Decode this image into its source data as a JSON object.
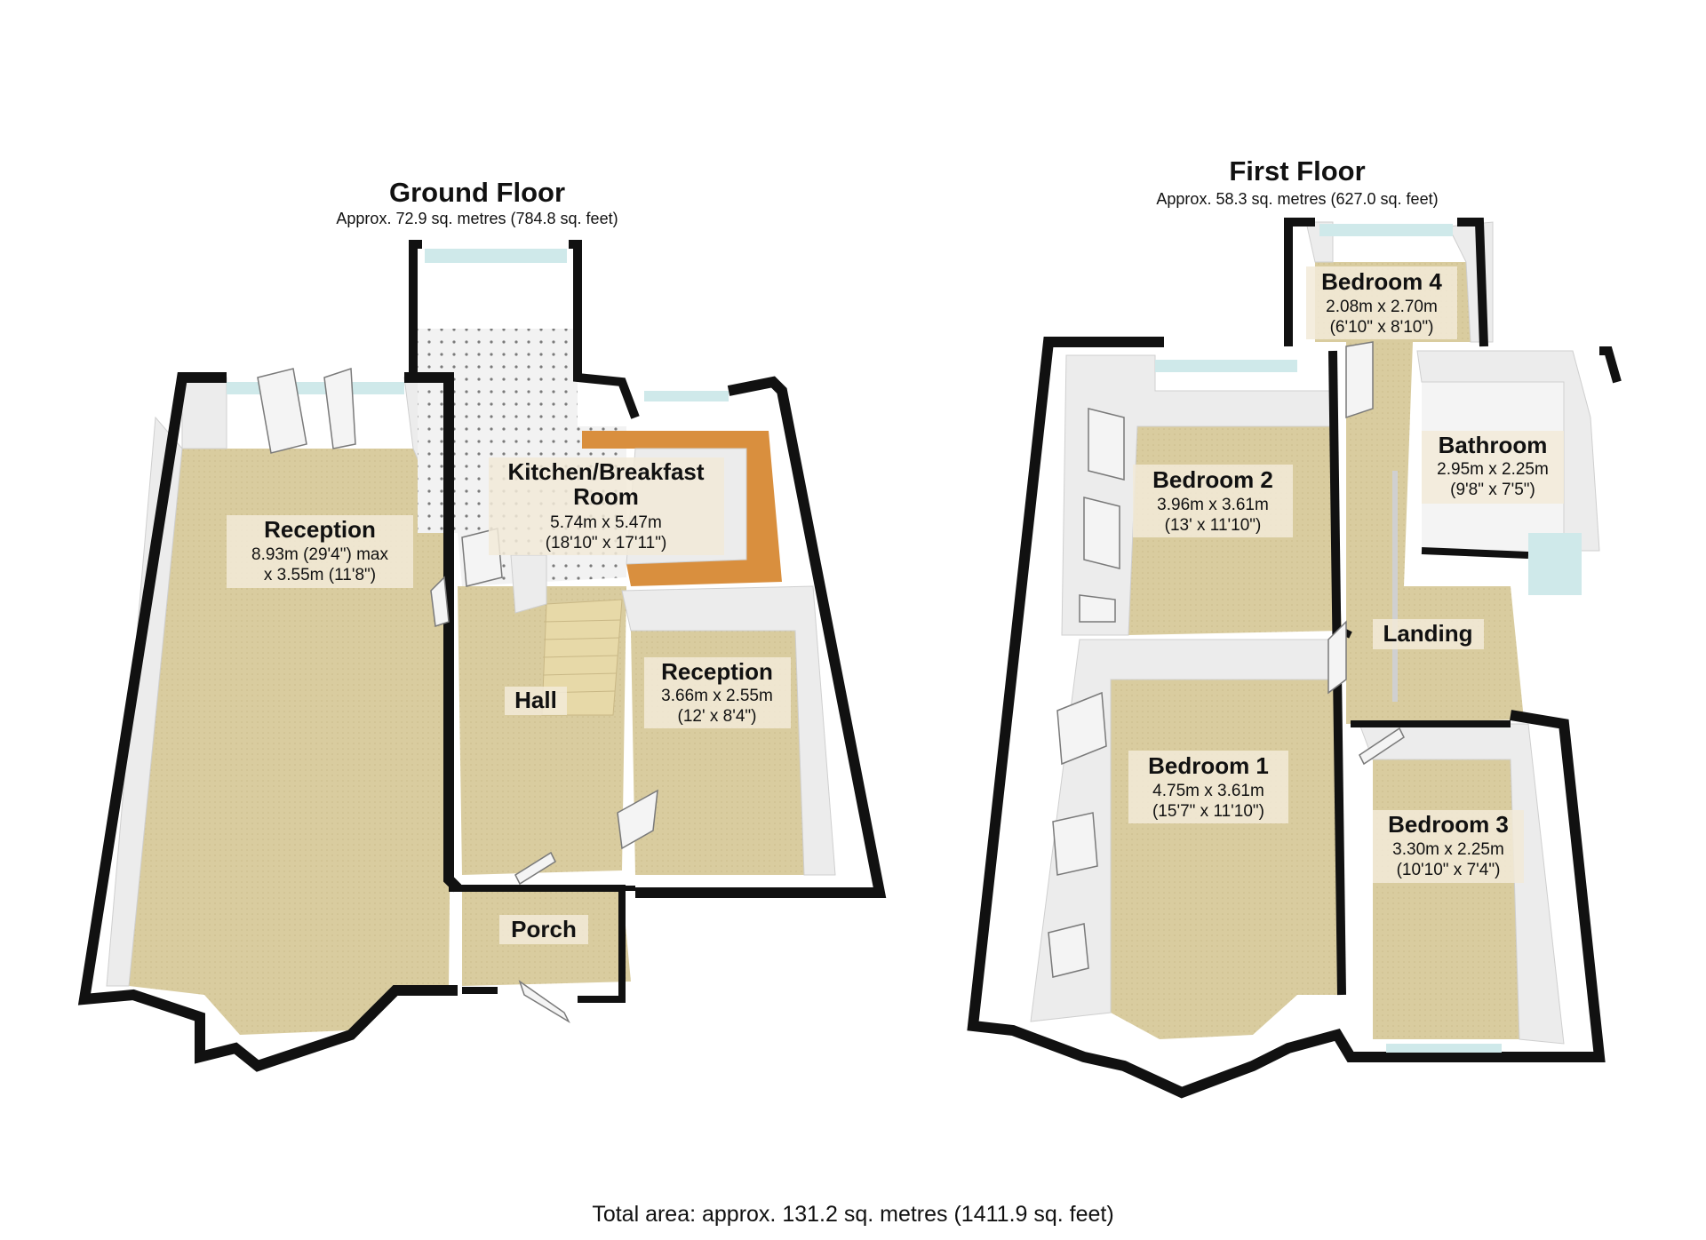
{
  "ground_floor": {
    "title": "Ground Floor",
    "area": "Approx. 72.9 sq. metres (784.8 sq. feet)",
    "rooms": {
      "reception_front": {
        "name": "Reception",
        "dim1": "8.93m (29'4\") max",
        "dim2": "x 3.55m (11'8\")"
      },
      "kitchen": {
        "name1": "Kitchen/Breakfast",
        "name2": "Room",
        "dim1": "5.74m x 5.47m",
        "dim2": "(18'10\" x 17'11\")"
      },
      "reception_side": {
        "name": "Reception",
        "dim1": "3.66m x 2.55m",
        "dim2": "(12' x 8'4\")"
      },
      "hall": {
        "name": "Hall"
      },
      "porch": {
        "name": "Porch"
      }
    }
  },
  "first_floor": {
    "title": "First Floor",
    "area": "Approx. 58.3 sq. metres (627.0 sq. feet)",
    "rooms": {
      "bedroom4": {
        "name": "Bedroom 4",
        "dim1": "2.08m x 2.70m",
        "dim2": "(6'10\" x 8'10\")"
      },
      "bedroom2": {
        "name": "Bedroom 2",
        "dim1": "3.96m x 3.61m",
        "dim2": "(13' x 11'10\")"
      },
      "bathroom": {
        "name": "Bathroom",
        "dim1": "2.95m x 2.25m",
        "dim2": "(9'8\" x 7'5\")"
      },
      "landing": {
        "name": "Landing"
      },
      "bedroom1": {
        "name": "Bedroom 1",
        "dim1": "4.75m x 3.61m",
        "dim2": "(15'7\" x 11'10\")"
      },
      "bedroom3": {
        "name": "Bedroom 3",
        "dim1": "3.30m x 2.25m",
        "dim2": "(10'10\" x 7'4\")"
      }
    }
  },
  "total_area": "Total area: approx. 131.2 sq. metres (1411.9 sq. feet)",
  "colors": {
    "carpet": "#d8ca9c",
    "tile": "#f0f0f0",
    "worktop": "#d98f3e",
    "wall": "#111111",
    "window": "#cfe9ea"
  }
}
